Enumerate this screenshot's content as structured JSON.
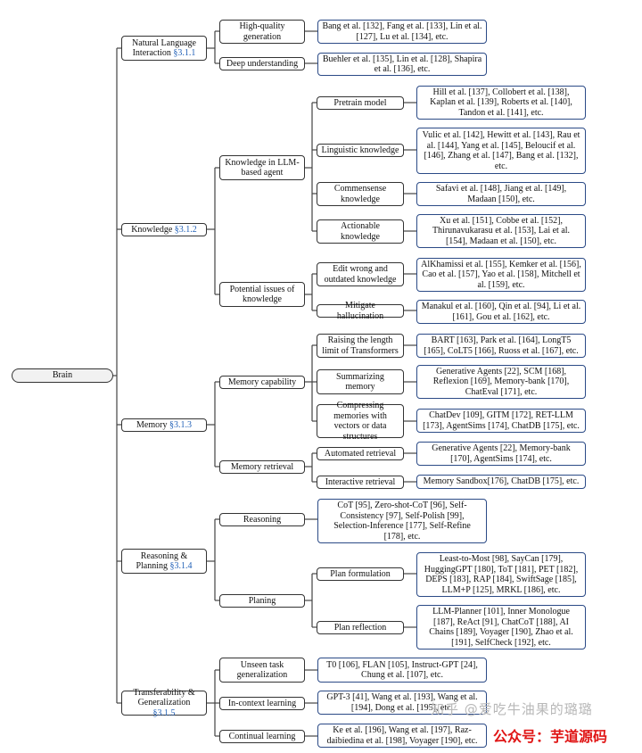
{
  "root": "Brain",
  "categories": {
    "nl": {
      "label": "Natural Language Interaction",
      "section": "§3.1.1"
    },
    "knowledge": {
      "label": "Knowledge",
      "section": "§3.1.2"
    },
    "memory": {
      "label": "Memory",
      "section": "§3.1.3"
    },
    "reasoning": {
      "label": "Reasoning & Planning",
      "section": "§3.1.4"
    },
    "transfer": {
      "label": "Transferability & Generalization",
      "section": "§3.1.5"
    }
  },
  "nodes": {
    "hq_gen": "High-quality generation",
    "deep": "Deep understanding",
    "know_llm": "Knowledge in LLM-based agent",
    "pretrain": "Pretrain model",
    "linguistic": "Linguistic knowledge",
    "commonsense": "Commensense knowledge",
    "actionable": "Actionable knowledge",
    "potential": "Potential issues of knowledge",
    "edit": "Edit wrong and outdated knowledge",
    "mitigate": "Mitigate hallucination",
    "mem_cap": "Memory capability",
    "raising": "Raising the length limit of Transformers",
    "summ": "Summarizing memory",
    "compress": "Compressing memories with vectors or data structures",
    "mem_ret": "Memory retrieval",
    "auto_ret": "Automated retrieval",
    "inter_ret": "Interactive retrieval",
    "reasoning": "Reasoning",
    "planing": "Planing",
    "plan_form": "Plan formulation",
    "plan_refl": "Plan reflection",
    "unseen": "Unseen task generalization",
    "icl": "In-context learning",
    "continual": "Continual learning"
  },
  "leaves": {
    "hq_gen": "Bang et al. [132], Fang et al. [133], Lin et al. [127], Lu et al. [134], etc.",
    "deep": "Buehler et al. [135], Lin et al. [128], Shapira et al. [136], etc.",
    "pretrain": "Hill et al. [137], Collobert et al. [138], Kaplan et al. [139], Roberts et al. [140], Tandon et al. [141], etc.",
    "linguistic": "Vulic et al. [142], Hewitt et al. [143], Rau et al. [144], Yang et al. [145], Beloucif et al. [146], Zhang et al. [147], Bang et al. [132], etc.",
    "commonsense": "Safavi et al. [148], Jiang et al. [149], Madaan [150], etc.",
    "actionable": "Xu et al. [151], Cobbe et al. [152], Thirunavukarasu et al. [153], Lai et al. [154], Madaan et al. [150], etc.",
    "edit": "AlKhamissi et al. [155], Kemker et al. [156], Cao et al. [157], Yao et al. [158], Mitchell et al. [159], etc.",
    "mitigate": "Manakul et al. [160], Qin et al. [94], Li et al. [161], Gou et al. [162], etc.",
    "raising": "BART [163], Park et al. [164], LongT5 [165], CoLT5 [166], Ruoss et al. [167], etc.",
    "summ": "Generative Agents [22], SCM [168], Reflexion [169], Memory-bank [170], ChatEval [171], etc.",
    "compress": "ChatDev [109], GITM [172], RET-LLM [173], AgentSims [174], ChatDB [175], etc.",
    "auto_ret": "Generative Agents [22], Memory-bank [170], AgentSims [174], etc.",
    "inter_ret": "Memory Sandbox[176], ChatDB [175], etc.",
    "reasoning": "CoT [95], Zero-shot-CoT [96], Self-Consistency [97], Self-Polish [99], Selection-Inference [177], Self-Refine [178], etc.",
    "plan_form": "Least-to-Most [98], SayCan [179], HuggingGPT [180], ToT [181], PET [182], DEPS [183], RAP [184], SwiftSage [185], LLM+P [125], MRKL [186], etc.",
    "plan_refl": "LLM-Planner [101], Inner Monologue [187], ReAct [91], ChatCoT [188], AI Chains [189], Voyager [190], Zhao et al. [191], SelfCheck [192], etc.",
    "unseen": "T0 [106], FLAN [105], Instruct-GPT [24], Chung et al. [107], etc.",
    "icl": "GPT-3 [41], Wang et al. [193], Wang et al. [194], Dong et al. [195], etc.",
    "continual": "Ke et al. [196], Wang et al. [197], Raz-daibiedina et al. [198], Voyager [190], etc."
  },
  "watermark": "知乎 @爱吃牛油果的璐璐",
  "overlay": "公众号：芋道源码",
  "colors": {
    "border": "#333333",
    "leaf_border": "#2b4a86",
    "ref": "#2563b8",
    "overlay": "#e01515"
  }
}
